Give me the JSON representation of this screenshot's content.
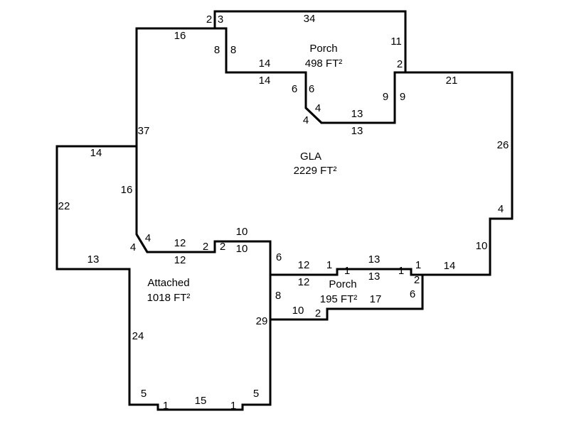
{
  "sketch": {
    "areas": [
      {
        "name": "Porch",
        "area": "498 FT²"
      },
      {
        "name": "GLA",
        "area": "2229 FT²"
      },
      {
        "name": "Attached",
        "area": "1018 FT²"
      },
      {
        "name": "Porch",
        "area": "195 FT²"
      }
    ],
    "dimension_labels": [
      "2",
      "3",
      "34",
      "16",
      "8",
      "8",
      "11",
      "2",
      "14",
      "14",
      "6",
      "6",
      "21",
      "9",
      "9",
      "4",
      "4",
      "13",
      "13",
      "37",
      "14",
      "26",
      "16",
      "22",
      "4",
      "10",
      "4",
      "4",
      "12",
      "2",
      "2",
      "10",
      "10",
      "6",
      "13",
      "12",
      "1",
      "13",
      "1",
      "13",
      "1",
      "1",
      "14",
      "2",
      "12",
      "12",
      "17",
      "6",
      "8",
      "10",
      "2",
      "29",
      "24",
      "5",
      "5",
      "15",
      "1",
      "1"
    ],
    "line_color": "#000000"
  }
}
